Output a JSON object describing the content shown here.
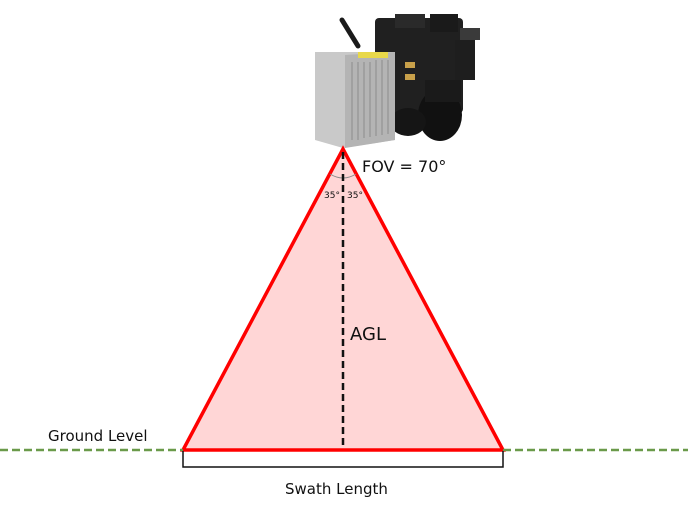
{
  "diagram": {
    "labels": {
      "fov": "FOV = 70°",
      "half_left": "35°",
      "half_right": "35°",
      "agl": "AGL",
      "ground": "Ground Level",
      "swath": "Swath Length"
    },
    "colors": {
      "triangle_stroke": "#ff0000",
      "triangle_fill": "#ffd6d6",
      "ground_line": "#6a9a4a",
      "axis_line": "#111111"
    },
    "geometry": {
      "apex": [
        343,
        149
      ],
      "base_left": [
        183,
        450
      ],
      "base_right": [
        503,
        450
      ],
      "fov_degrees": 70
    },
    "device": {
      "name": "lidar-scanner-device"
    }
  }
}
